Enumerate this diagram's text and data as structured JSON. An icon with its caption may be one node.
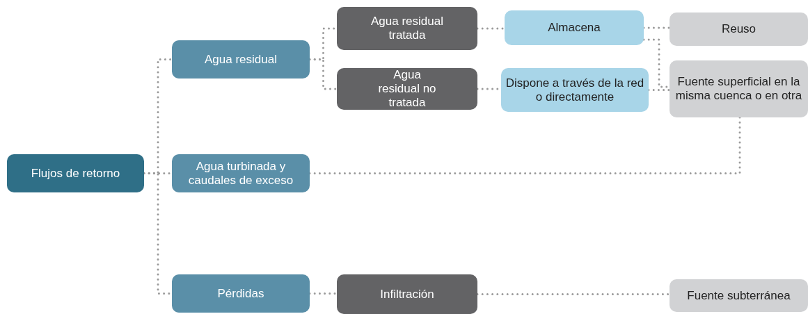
{
  "diagram": {
    "nodes": [
      {
        "text": [
          "Flujos de retorno"
        ]
      },
      {
        "text": [
          "Agua residual"
        ]
      },
      {
        "text": [
          "Agua turbinada y caudales de exceso"
        ]
      },
      {
        "text": [
          "Pérdidas"
        ]
      },
      {
        "text": [
          "Agua residual tratada"
        ]
      },
      {
        "text": [
          "Agua residual no tratada"
        ]
      },
      {
        "text": [
          "Infiltración"
        ]
      },
      {
        "text": [
          "Almacena"
        ]
      },
      {
        "text": [
          "Dispone a través de la red o directamente"
        ]
      },
      {
        "text": [
          "Reuso"
        ]
      },
      {
        "text": [
          "Fuente superficial en la misma cuenca o en otra"
        ]
      },
      {
        "text": [
          "Fuente subterránea"
        ]
      }
    ],
    "edges": [
      {
        "from": 0,
        "to": 1,
        "arrow": "none",
        "style": "dashed"
      },
      {
        "from": 0,
        "to": 2,
        "arrow": "none",
        "style": "dashed"
      },
      {
        "from": 0,
        "to": 3,
        "arrow": "none",
        "style": "dashed"
      },
      {
        "from": 1,
        "to": 4,
        "arrow": "none",
        "style": "dashed"
      },
      {
        "from": 1,
        "to": 5,
        "arrow": "none",
        "style": "dashed"
      },
      {
        "from": 4,
        "to": 7,
        "arrow": "none",
        "style": "dashed"
      },
      {
        "from": 5,
        "to": 8,
        "arrow": "none",
        "style": "dashed"
      },
      {
        "from": 7,
        "to": 9,
        "arrow": "none",
        "style": "dashed"
      },
      {
        "from": 7,
        "to": 10,
        "arrow": "none",
        "style": "dashed"
      },
      {
        "from": 8,
        "to": 10,
        "arrow": "none",
        "style": "dashed"
      },
      {
        "from": 2,
        "to": 10,
        "arrow": "none",
        "style": "dashed"
      },
      {
        "from": 3,
        "to": 6,
        "arrow": "none",
        "style": "dashed"
      },
      {
        "from": 6,
        "to": 11,
        "arrow": "none",
        "style": "dashed"
      }
    ]
  }
}
